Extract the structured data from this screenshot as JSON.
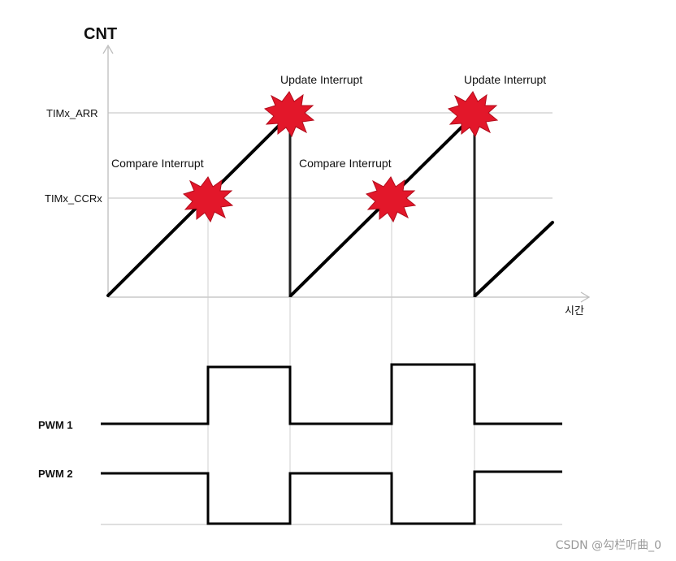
{
  "labels": {
    "y_axis_title": "CNT",
    "x_axis_title": "시간",
    "arr_level": "TIMx_ARR",
    "ccr_level": "TIMx_CCRx",
    "update_interrupt_1": "Update Interrupt",
    "update_interrupt_2": "Update Interrupt",
    "compare_interrupt_1": "Compare Interrupt",
    "compare_interrupt_2": "Compare Interrupt",
    "pwm1": "PWM 1",
    "pwm2": "PWM 2"
  },
  "watermark": "CSDN @勾栏听曲_0",
  "colors": {
    "interrupt_burst": "#e3172a",
    "signal": "#000000",
    "guide": "#cfcfcf"
  }
}
